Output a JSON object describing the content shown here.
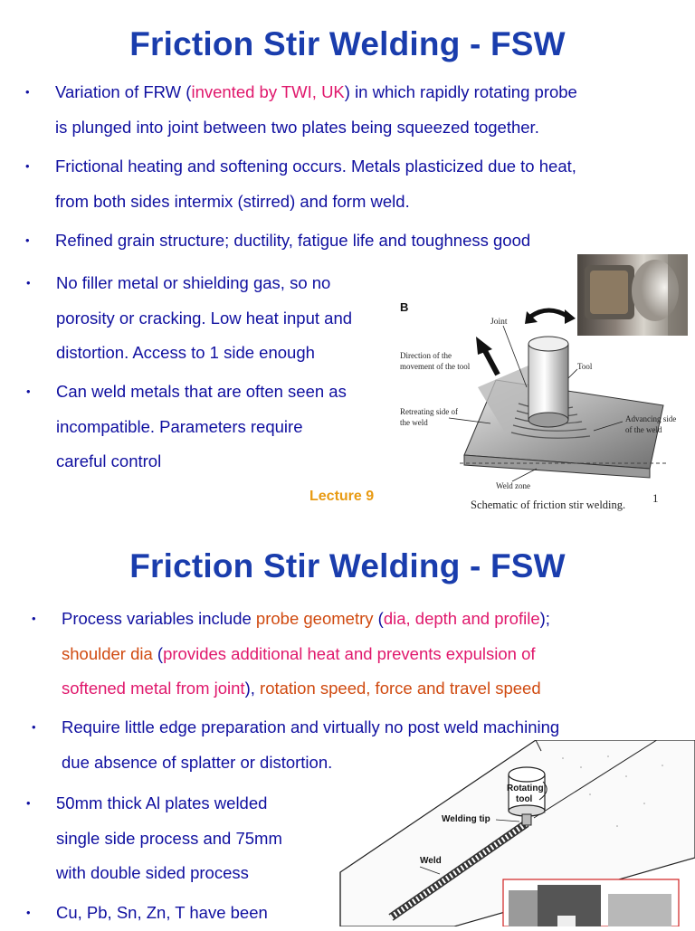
{
  "slide1": {
    "title": "Friction Stir Welding - FSW",
    "b1_pre": "Variation of FRW (",
    "b1_pink": "invented by TWI, UK",
    "b1_post": ") in which rapidly rotating probe",
    "b1_line2": "is plunged into joint between two plates being squeezed together.",
    "b2_line1": "Frictional heating and softening occurs. Metals plasticized due to heat,",
    "b2_line2": "from both sides intermix (stirred) and form weld.",
    "b3_line1": "Refined grain structure; ductility, fatigue life and toughness good",
    "b4_line1": "No filler metal or shielding gas, so no",
    "b4_line2": "porosity or cracking. Low heat input and",
    "b4_line3": "distortion. Access to 1 side enough",
    "b5_line1": "Can weld metals that are often seen as",
    "b5_line2": "incompatible. Parameters require",
    "b5_line3": "careful control",
    "lecture": "Lecture 9",
    "page_number": "1",
    "figure": {
      "panel_letter": "B",
      "label_joint": "Joint",
      "label_direction_1": "Direction of the",
      "label_direction_2": "movement of the tool",
      "label_tool": "Tool",
      "label_retreating_1": "Retreating side of",
      "label_retreating_2": "the weld",
      "label_advancing_1": "Advancing side",
      "label_advancing_2": "of the weld",
      "label_weld_zone": "Weld zone",
      "caption": "Schematic of friction stir welding."
    }
  },
  "slide2": {
    "title": "Friction Stir Welding - FSW",
    "b1_a": "Process variables include ",
    "b1_b": "probe geometry",
    "b1_c": " (",
    "b1_d": "dia, depth and profile",
    "b1_e": ");",
    "b1_f": "shoulder dia",
    "b1_g": " (",
    "b1_h": "provides additional heat and prevents expulsion of",
    "b1_i": "softened metal from joint",
    "b1_j": "), ",
    "b1_k": "rotation speed, force and travel speed",
    "b2_line1": "Require little edge preparation and virtually no post weld machining",
    "b2_line2": "due absence of splatter or distortion.",
    "b3_line1": "50mm thick Al plates welded",
    "b3_line2": "single side process and 75mm",
    "b3_line3": "with double sided process",
    "b4_line1": "Cu, Pb, Sn, Zn, T have been",
    "figure": {
      "label_rotating_1": "Rotating",
      "label_rotating_2": "tool",
      "label_welding_tip": "Welding tip",
      "label_weld": "Weld"
    }
  },
  "colors": {
    "title_blue": "#1a3dad",
    "body_blue": "#1010a0",
    "pink": "#e0186c",
    "orange": "#d04a10",
    "lecture_orange": "#e89a12"
  }
}
